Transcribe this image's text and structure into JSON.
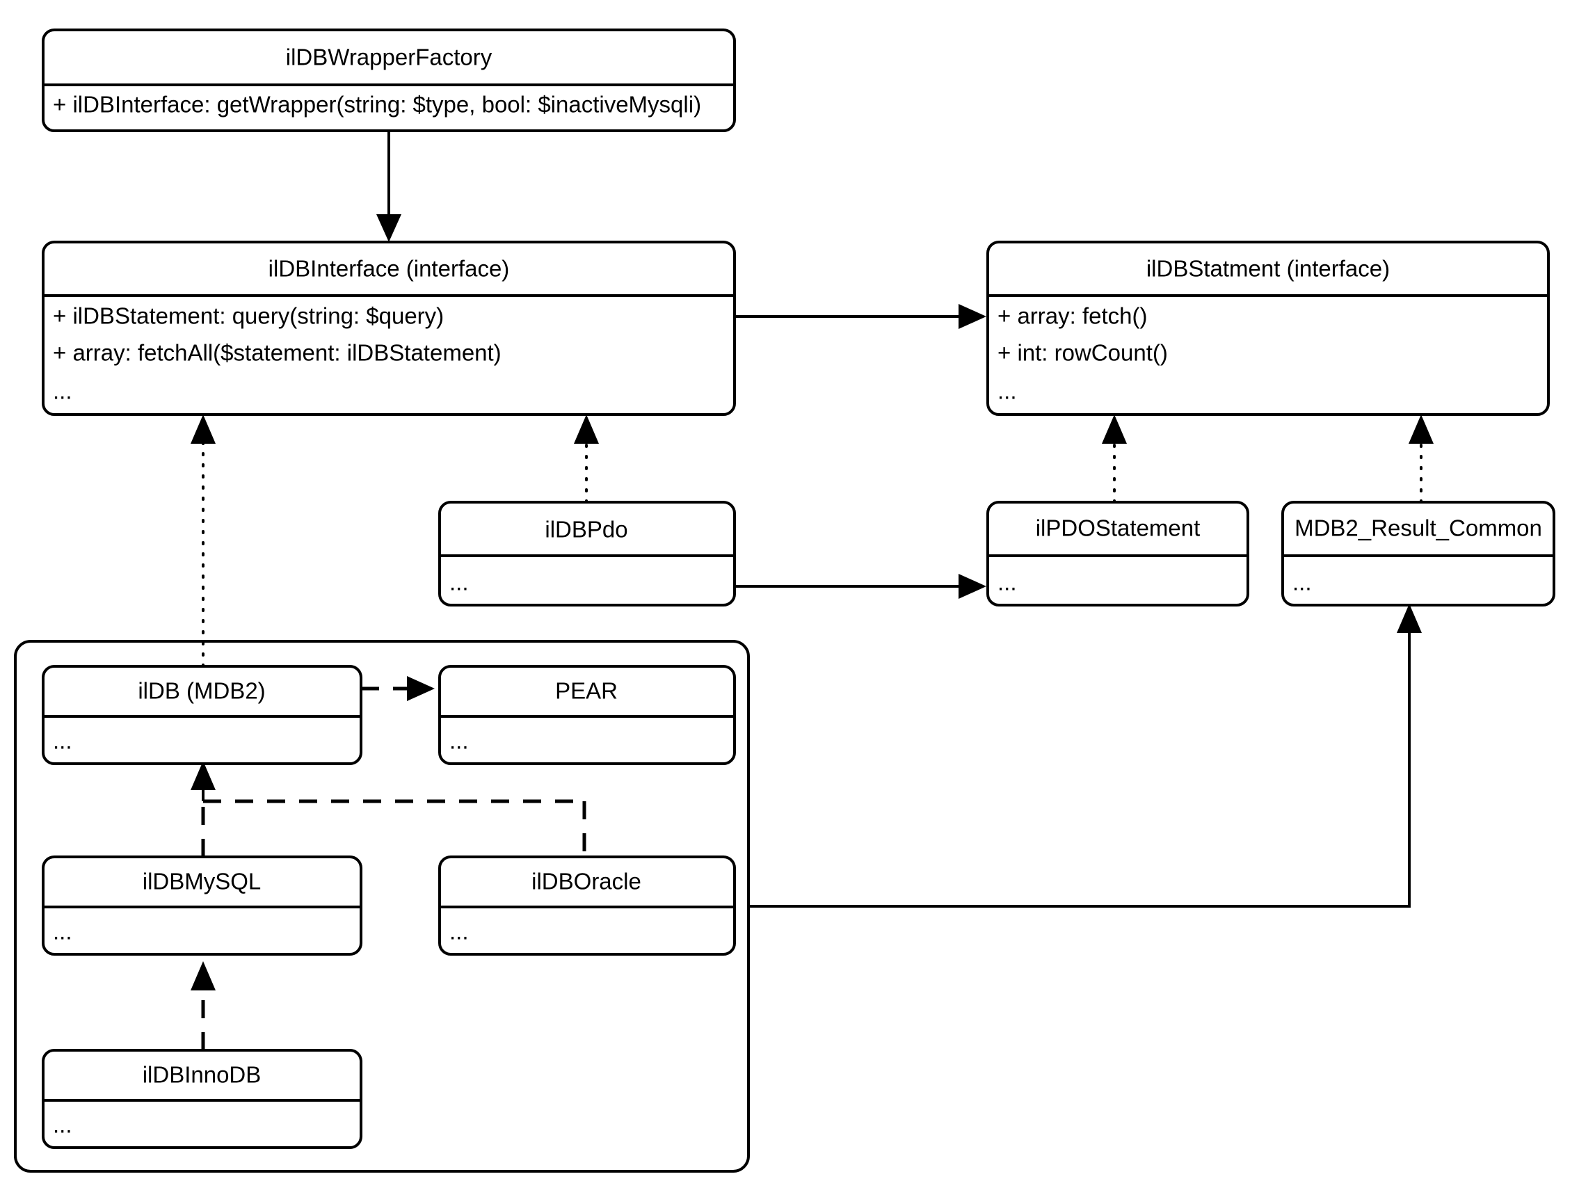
{
  "diagram": {
    "kind": "uml-class-diagram",
    "background_color": "#ffffff",
    "stroke_color": "#000000",
    "classes": [
      {
        "id": "ilDBWrapperFactory",
        "title": "ilDBWrapperFactory",
        "members": [
          "+ ilDBInterface: getWrapper(string: $type, bool: $inactiveMysqli)"
        ]
      },
      {
        "id": "ilDBInterface",
        "title": "ilDBInterface (interface)",
        "members": [
          "+ ilDBStatement: query(string: $query)",
          "+ array: fetchAll($statement: ilDBStatement)",
          "..."
        ]
      },
      {
        "id": "ilDBStatment",
        "title": "ilDBStatment (interface)",
        "members": [
          "+ array: fetch()",
          "+ int: rowCount()",
          "..."
        ]
      },
      {
        "id": "ilDBPdo",
        "title": "ilDBPdo",
        "members": [
          "..."
        ]
      },
      {
        "id": "ilPDOStatement",
        "title": "ilPDOStatement",
        "members": [
          "..."
        ]
      },
      {
        "id": "MDB2_Result_Common",
        "title": "MDB2_Result_Common",
        "members": [
          "..."
        ]
      },
      {
        "id": "ilDB_MDB2",
        "title": "ilDB (MDB2)",
        "members": [
          "..."
        ]
      },
      {
        "id": "PEAR",
        "title": "PEAR",
        "members": [
          "..."
        ]
      },
      {
        "id": "ilDBMySQL",
        "title": "ilDBMySQL",
        "members": [
          "..."
        ]
      },
      {
        "id": "ilDBOracle",
        "title": "ilDBOracle",
        "members": [
          "..."
        ]
      },
      {
        "id": "ilDBInnoDB",
        "title": "ilDBInnoDB",
        "members": [
          "..."
        ]
      }
    ],
    "relations": [
      {
        "id": "factory-to-interface",
        "from": "ilDBWrapperFactory",
        "to": "ilDBInterface",
        "style": "solid",
        "arrow": "filled"
      },
      {
        "id": "interface-to-statment",
        "from": "ilDBInterface",
        "to": "ilDBStatment",
        "style": "solid",
        "arrow": "filled"
      },
      {
        "id": "mdb2-realizes-interface",
        "from": "ilDB_MDB2",
        "to": "ilDBInterface",
        "style": "dotted",
        "arrow": "filled"
      },
      {
        "id": "pdo-realizes-interface",
        "from": "ilDBPdo",
        "to": "ilDBInterface",
        "style": "dotted",
        "arrow": "filled"
      },
      {
        "id": "pdostatement-realizes-statment",
        "from": "ilPDOStatement",
        "to": "ilDBStatment",
        "style": "dotted",
        "arrow": "filled"
      },
      {
        "id": "mdb2result-realizes-statment",
        "from": "MDB2_Result_Common",
        "to": "ilDBStatment",
        "style": "dotted",
        "arrow": "filled"
      },
      {
        "id": "pdo-to-pdostatement",
        "from": "ilDBPdo",
        "to": "ilPDOStatement",
        "style": "solid",
        "arrow": "filled"
      },
      {
        "id": "oracle-group-to-mdb2result",
        "from": "ilDBOracle",
        "to": "MDB2_Result_Common",
        "style": "solid",
        "arrow": "filled"
      },
      {
        "id": "mdb2-to-pear",
        "from": "ilDB_MDB2",
        "to": "PEAR",
        "style": "dashed",
        "arrow": "filled"
      },
      {
        "id": "mysql-extends-mdb2",
        "from": "ilDBMySQL",
        "to": "ilDB_MDB2",
        "style": "dashed",
        "arrow": "filled"
      },
      {
        "id": "oracle-extends-mdb2",
        "from": "ilDBOracle",
        "to": "ilDB_MDB2",
        "style": "dashed",
        "arrow": "filled"
      },
      {
        "id": "innodb-extends-mysql",
        "from": "ilDBInnoDB",
        "to": "ilDBMySQL",
        "style": "dashed",
        "arrow": "filled"
      }
    ],
    "group": {
      "id": "mdb2-group",
      "label": ""
    }
  }
}
